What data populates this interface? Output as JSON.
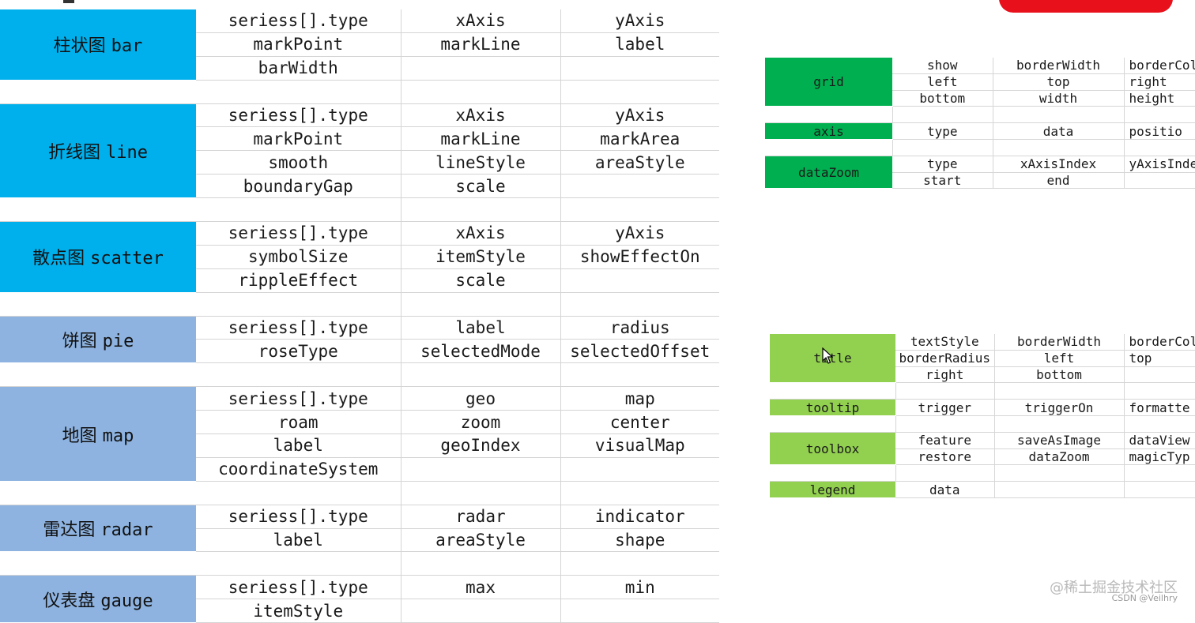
{
  "left_sections": [
    {
      "label_cn": "柱状图",
      "label_en": "bar",
      "color": "#00b0ec",
      "rows": [
        [
          "seriess[].type",
          "xAxis",
          "yAxis"
        ],
        [
          "markPoint",
          "markLine",
          "label"
        ],
        [
          "barWidth",
          "",
          ""
        ]
      ]
    },
    {
      "label_cn": "折线图",
      "label_en": "line",
      "color": "#00b0ec",
      "rows": [
        [
          "seriess[].type",
          "xAxis",
          "yAxis"
        ],
        [
          "markPoint",
          "markLine",
          "markArea"
        ],
        [
          "smooth",
          "lineStyle",
          "areaStyle"
        ],
        [
          "boundaryGap",
          "scale",
          ""
        ]
      ]
    },
    {
      "label_cn": "散点图",
      "label_en": "scatter",
      "color": "#00b0ec",
      "rows": [
        [
          "seriess[].type",
          "xAxis",
          "yAxis"
        ],
        [
          "symbolSize",
          "itemStyle",
          "showEffectOn"
        ],
        [
          "rippleEffect",
          "scale",
          ""
        ]
      ]
    },
    {
      "label_cn": "饼图",
      "label_en": "pie",
      "color": "#8eb3e0",
      "rows": [
        [
          "seriess[].type",
          "label",
          "radius"
        ],
        [
          "roseType",
          "selectedMode",
          "selectedOffset"
        ]
      ]
    },
    {
      "label_cn": "地图",
      "label_en": "map",
      "color": "#8eb3e0",
      "rows": [
        [
          "seriess[].type",
          "geo",
          "map"
        ],
        [
          "roam",
          "zoom",
          "center"
        ],
        [
          "label",
          "geoIndex",
          "visualMap"
        ],
        [
          "coordinateSystem",
          "",
          ""
        ]
      ]
    },
    {
      "label_cn": "雷达图",
      "label_en": "radar",
      "color": "#8eb3e0",
      "rows": [
        [
          "seriess[].type",
          "radar",
          "indicator"
        ],
        [
          "label",
          "areaStyle",
          "shape"
        ]
      ]
    },
    {
      "label_cn": "仪表盘",
      "label_en": "gauge",
      "color": "#8eb3e0",
      "rows": [
        [
          "seriess[].type",
          "max",
          "min"
        ],
        [
          "itemStyle",
          "",
          ""
        ]
      ]
    }
  ],
  "right_table_1": [
    {
      "label": "grid",
      "color": "#00b050",
      "rows": [
        [
          "show",
          "borderWidth",
          "borderCol"
        ],
        [
          "left",
          "top",
          "right"
        ],
        [
          "bottom",
          "width",
          "height"
        ]
      ]
    },
    {
      "label": "axis",
      "color": "#00b050",
      "rows": [
        [
          "type",
          "data",
          "positio"
        ]
      ]
    },
    {
      "label": "dataZoom",
      "color": "#00b050",
      "rows": [
        [
          "type",
          "xAxisIndex",
          "yAxisInde"
        ],
        [
          "start",
          "end",
          ""
        ]
      ]
    }
  ],
  "right_table_2": [
    {
      "label": "title",
      "color": "#92d050",
      "rows": [
        [
          "textStyle",
          "borderWidth",
          "borderCol"
        ],
        [
          "borderRadius",
          "left",
          "top"
        ],
        [
          "right",
          "bottom",
          ""
        ]
      ]
    },
    {
      "label": "tooltip",
      "color": "#92d050",
      "rows": [
        [
          "trigger",
          "triggerOn",
          "formatte"
        ]
      ]
    },
    {
      "label": "toolbox",
      "color": "#92d050",
      "rows": [
        [
          "feature",
          "saveAsImage",
          "dataView"
        ],
        [
          "restore",
          "dataZoom",
          "magicTyp"
        ]
      ]
    },
    {
      "label": "legend",
      "color": "#92d050",
      "rows": [
        [
          "data",
          "",
          ""
        ]
      ]
    }
  ],
  "watermark": {
    "line1": "@稀土掘金技术社区",
    "line2": "CSDN @Veilhry"
  }
}
